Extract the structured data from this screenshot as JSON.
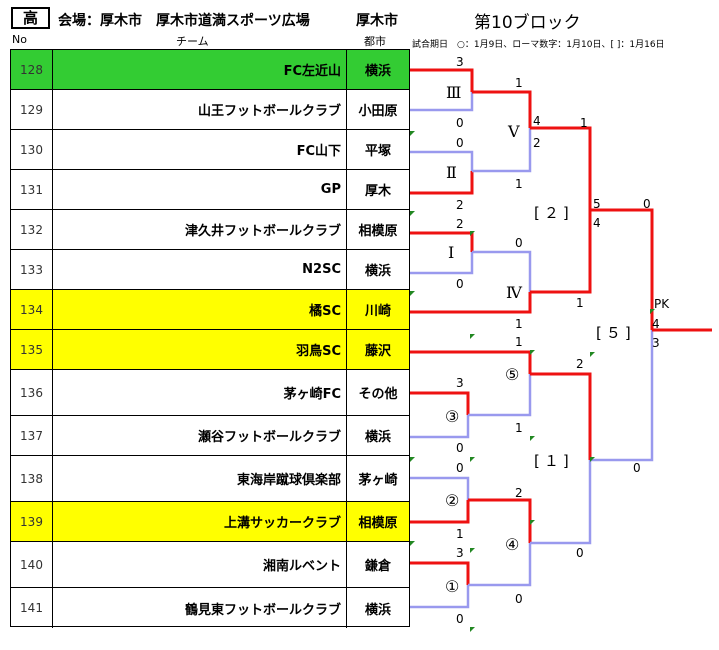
{
  "header": {
    "level": "高",
    "venue": "会場：厚木市　厚木市道満スポーツ広場",
    "venue_city": "厚木市",
    "block_title": "第10ブロック",
    "col_no": "No",
    "col_team": "チーム",
    "col_city": "都市",
    "dates_note": "試合期日　○：1月9日、ローマ数字：1月10日、[ ]：1月16日"
  },
  "teams": [
    {
      "no": "128",
      "name": "FC左近山",
      "city": "横浜",
      "highlight": "green"
    },
    {
      "no": "129",
      "name": "山王フットボールクラブ",
      "city": "小田原",
      "highlight": ""
    },
    {
      "no": "130",
      "name": "FC山下",
      "city": "平塚",
      "highlight": ""
    },
    {
      "no": "131",
      "name": "GP",
      "city": "厚木",
      "highlight": ""
    },
    {
      "no": "132",
      "name": "津久井フットボールクラブ",
      "city": "相模原",
      "highlight": ""
    },
    {
      "no": "133",
      "name": "N2SC",
      "city": "横浜",
      "highlight": ""
    },
    {
      "no": "134",
      "name": "橘SC",
      "city": "川崎",
      "highlight": "yellow"
    },
    {
      "no": "135",
      "name": "羽鳥SC",
      "city": "藤沢",
      "highlight": "yellow"
    },
    {
      "no": "136",
      "name": "茅ヶ崎FC",
      "city": "その他",
      "highlight": ""
    },
    {
      "no": "137",
      "name": "瀬谷フットボールクラブ",
      "city": "横浜",
      "highlight": ""
    },
    {
      "no": "138",
      "name": "東海岸蹴球倶楽部",
      "city": "茅ヶ崎",
      "highlight": ""
    },
    {
      "no": "139",
      "name": "上溝サッカークラブ",
      "city": "相模原",
      "highlight": "yellow"
    },
    {
      "no": "140",
      "name": "湘南ルベント",
      "city": "鎌倉",
      "highlight": ""
    },
    {
      "no": "141",
      "name": "鶴見東フットボールクラブ",
      "city": "横浜",
      "highlight": ""
    }
  ],
  "bracket": {
    "game_labels": {
      "g3": "Ⅲ",
      "g2": "Ⅱ",
      "g1": "Ⅰ",
      "g4": "Ⅳ",
      "g5": "Ⅴ",
      "c5": "⑤",
      "c3": "③",
      "c2": "②",
      "c4": "④",
      "c1": "①",
      "b2": "[２]",
      "b1": "[１]",
      "b5": "[５]"
    },
    "pk_label": "PK",
    "scores": {
      "s_128": "3",
      "s_129": "0",
      "s_130": "0",
      "s_131": "2",
      "s_132": "2",
      "s_133": "0",
      "s_g3": "1",
      "s_g2": "1",
      "s_g1": "0",
      "s_134": "1",
      "s_g5a": "4",
      "s_g5b": "2",
      "s_g4": "1",
      "s_b2a": "1",
      "s_b2b": "5",
      "s_b2c": "4",
      "s_fa": "0",
      "s_fb": "4",
      "s_fc": "3",
      "s_136": "3",
      "s_137": "0",
      "s_135": "1",
      "s_c3": "1",
      "s_c5": "2",
      "s_138": "0",
      "s_139": "1",
      "s_140": "3",
      "s_141": "0",
      "s_c2": "2",
      "s_c1": "0",
      "s_c4": "0",
      "s_b1": "0"
    },
    "colors": {
      "win": "#ee1111",
      "lose": "#9999ee"
    }
  }
}
